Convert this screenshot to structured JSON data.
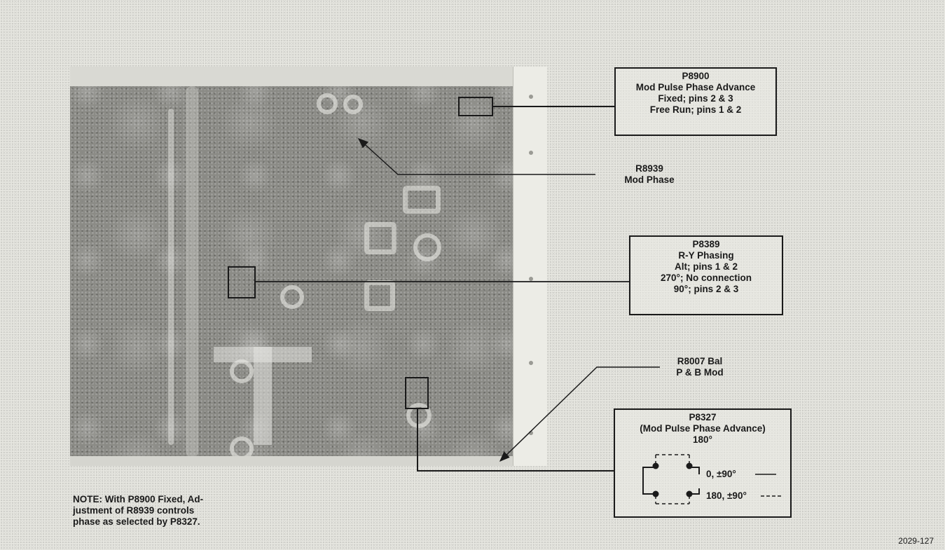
{
  "callouts": {
    "p8900": {
      "title": "P8900",
      "line1": "Mod Pulse Phase Advance",
      "line2": "Fixed; pins 2 & 3",
      "line3": "Free Run; pins 1 & 2"
    },
    "r8939": {
      "title": "R8939",
      "line1": "Mod Phase"
    },
    "p8389": {
      "title": "P8389",
      "line1": "R-Y Phasing",
      "line2": "Alt; pins 1 & 2",
      "line3": "270°; No connection",
      "line4": "90°; pins 2 & 3"
    },
    "r8007": {
      "title": "R8007 Bal",
      "line1": "P & B Mod"
    },
    "p8327": {
      "title": "P8327",
      "line1": "(Mod Pulse Phase Advance)",
      "line2": "180°",
      "legend_solid": "0, ±90°",
      "legend_dashed": "180, ±90°"
    }
  },
  "note": {
    "line1": "NOTE: With P8900 Fixed, Ad-",
    "line2": "justment of R8939 controls",
    "line3": "phase as selected by P8327."
  },
  "figure_number": "2029-127"
}
